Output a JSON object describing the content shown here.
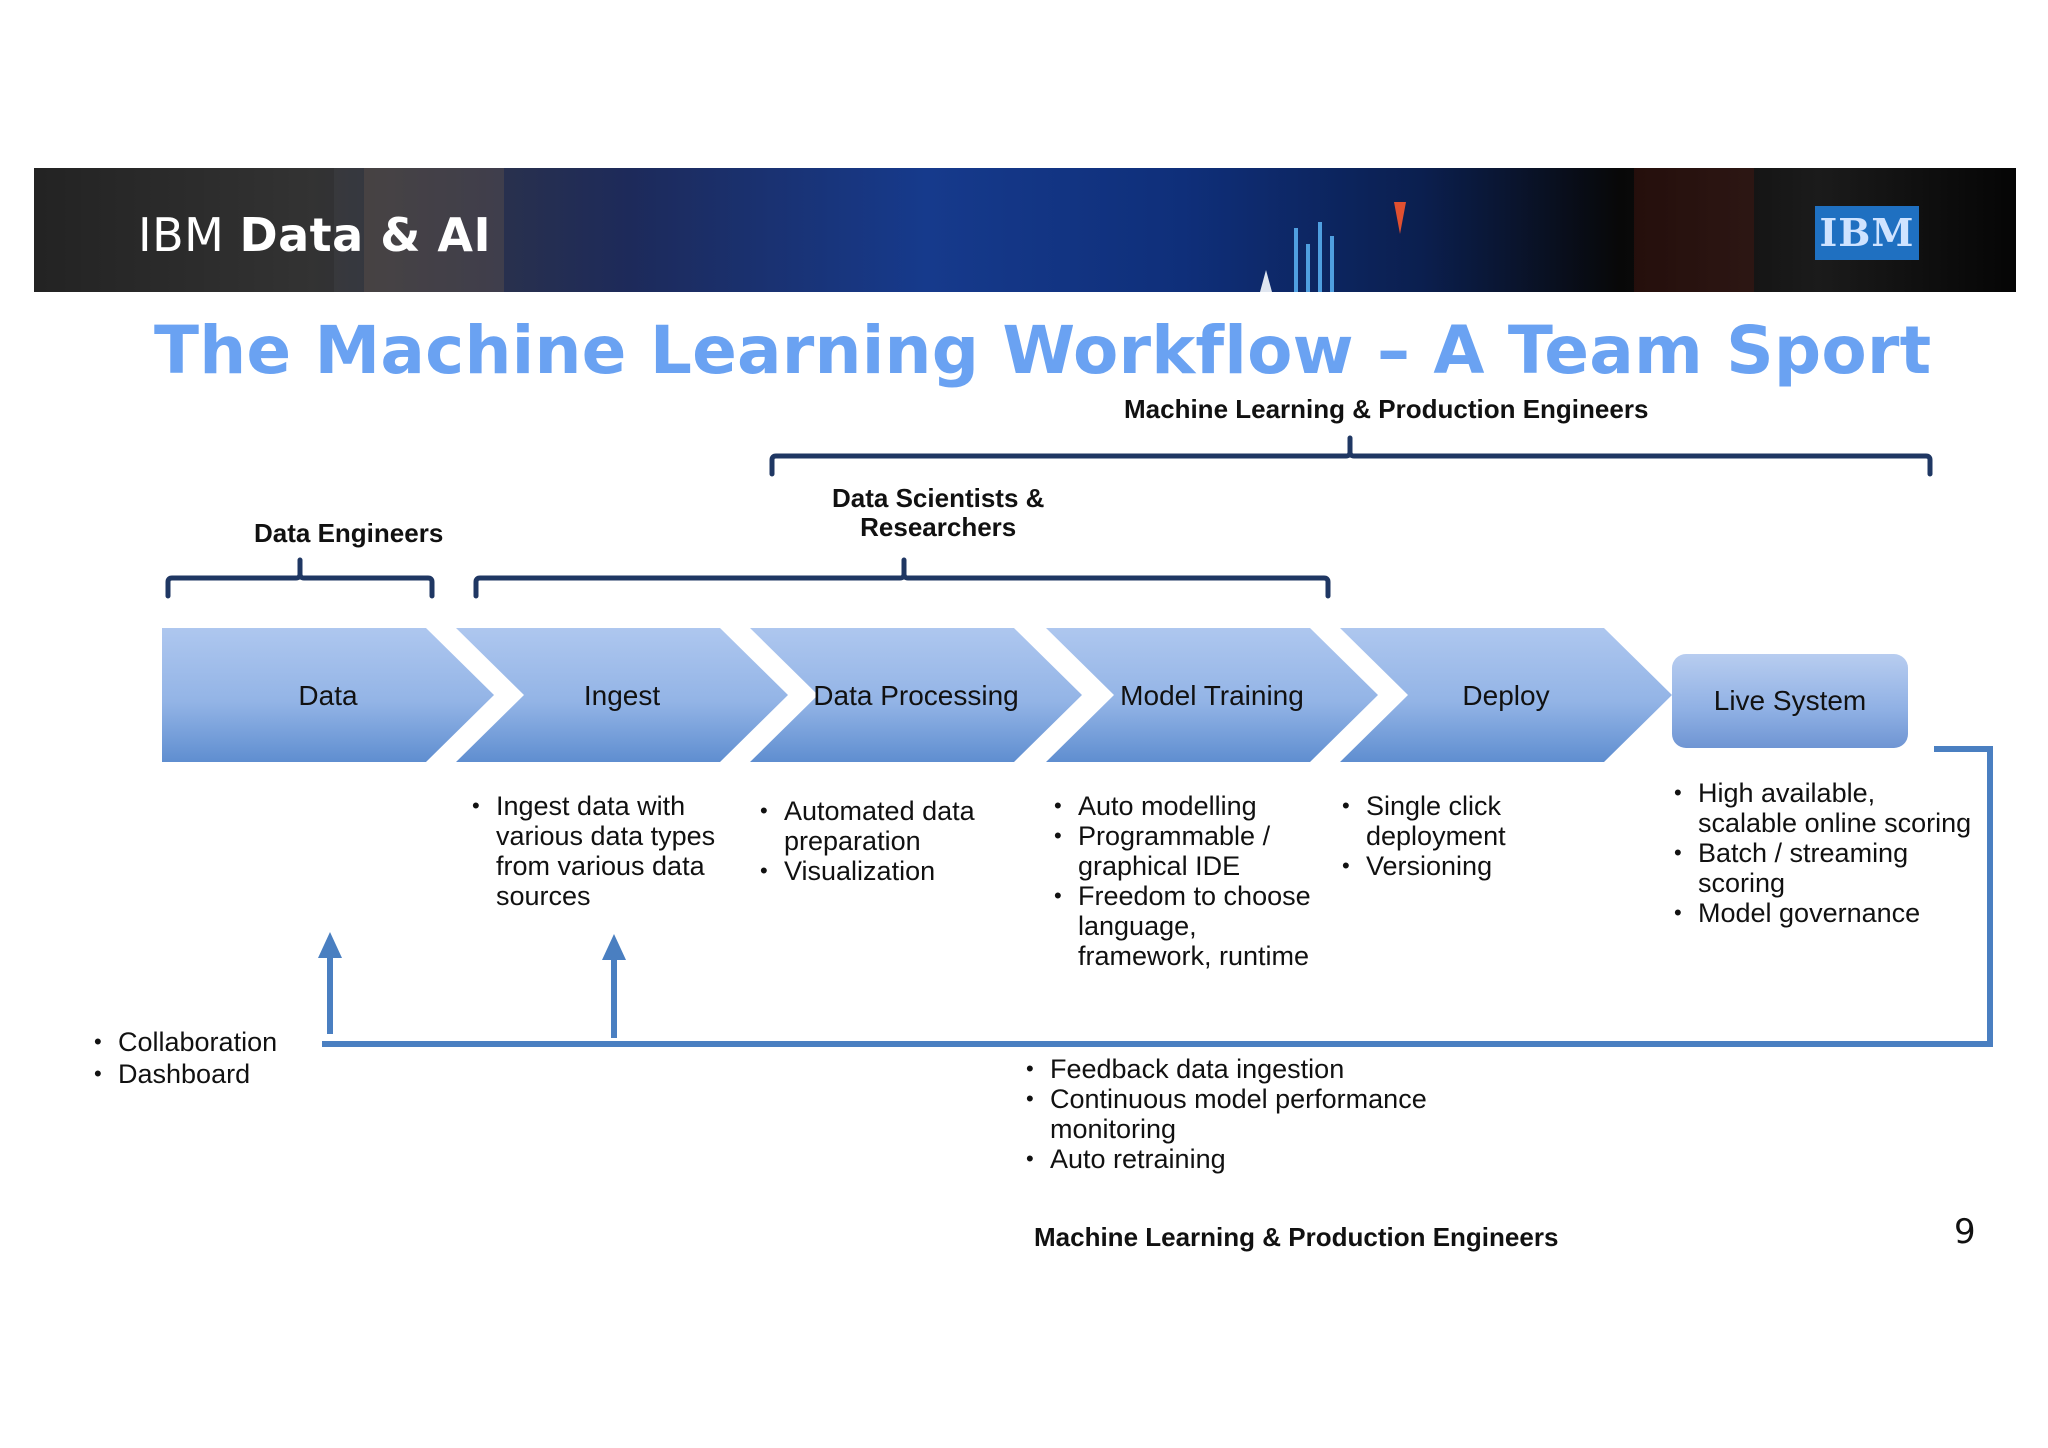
{
  "header": {
    "brand_light": "IBM ",
    "brand_bold": "Data & AI",
    "logo_text": "IBM"
  },
  "title": "The Machine Learning Workflow – A Team Sport",
  "roles": {
    "ml_engineers_top": "Machine Learning & Production Engineers",
    "data_scientists": "Data Scientists &\nResearchers",
    "data_engineers": "Data Engineers",
    "ml_engineers_bottom": "Machine Learning & Production Engineers"
  },
  "stages": [
    {
      "label": "Data"
    },
    {
      "label": "Ingest"
    },
    {
      "label": "Data Processing"
    },
    {
      "label": "Model Training"
    },
    {
      "label": "Deploy"
    }
  ],
  "live_system": "Live System",
  "stage_bullets": {
    "ingest": [
      "Ingest data with\nvarious data types\nfrom various data\nsources"
    ],
    "processing": [
      "Automated data\npreparation",
      "Visualization"
    ],
    "training": [
      "Auto modelling",
      "Programmable /\ngraphical IDE",
      "Freedom to choose\nlanguage,\nframework, runtime"
    ],
    "deploy": [
      "Single click\ndeployment",
      "Versioning"
    ],
    "live": [
      "High available,\nscalable online scoring",
      "Batch / streaming\nscoring",
      "Model governance"
    ]
  },
  "left_bullets": [
    "Collaboration",
    "Dashboard"
  ],
  "feedback_bullets": [
    "Feedback data ingestion",
    "Continuous model performance\nmonitoring",
    "Auto retraining"
  ],
  "page_number": "9",
  "colors": {
    "title_blue": "#6aa2f2",
    "brace_navy": "#1f3763",
    "flow_line": "#4a7fc1",
    "chevron_top": "#a9c3ee",
    "chevron_bottom": "#5f8ed0"
  }
}
